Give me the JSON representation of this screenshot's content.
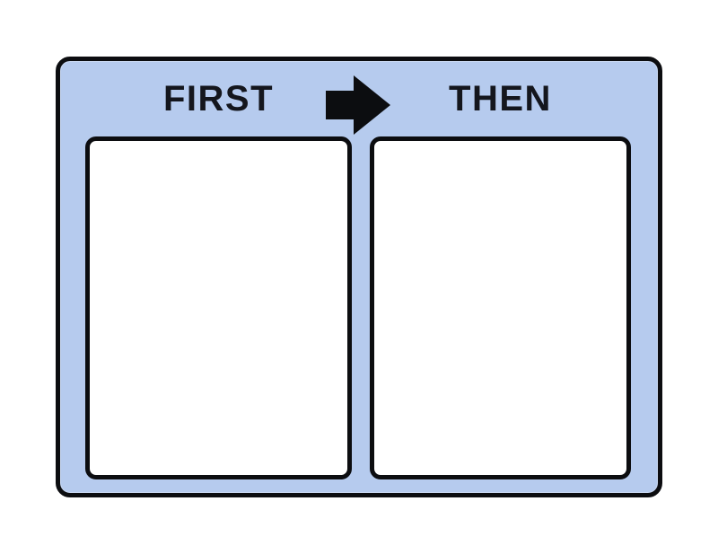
{
  "board": {
    "first_label": "FIRST",
    "then_label": "THEN",
    "arrow_icon": "arrow-right-icon",
    "panels": [
      {
        "name": "first-panel",
        "content": ""
      },
      {
        "name": "then-panel",
        "content": ""
      }
    ],
    "colors": {
      "page_background": "#ffffff",
      "board_background": "#b6cbee",
      "outline": "#0c0d10",
      "label_text": "#14161d",
      "panel_background": "#ffffff"
    }
  }
}
